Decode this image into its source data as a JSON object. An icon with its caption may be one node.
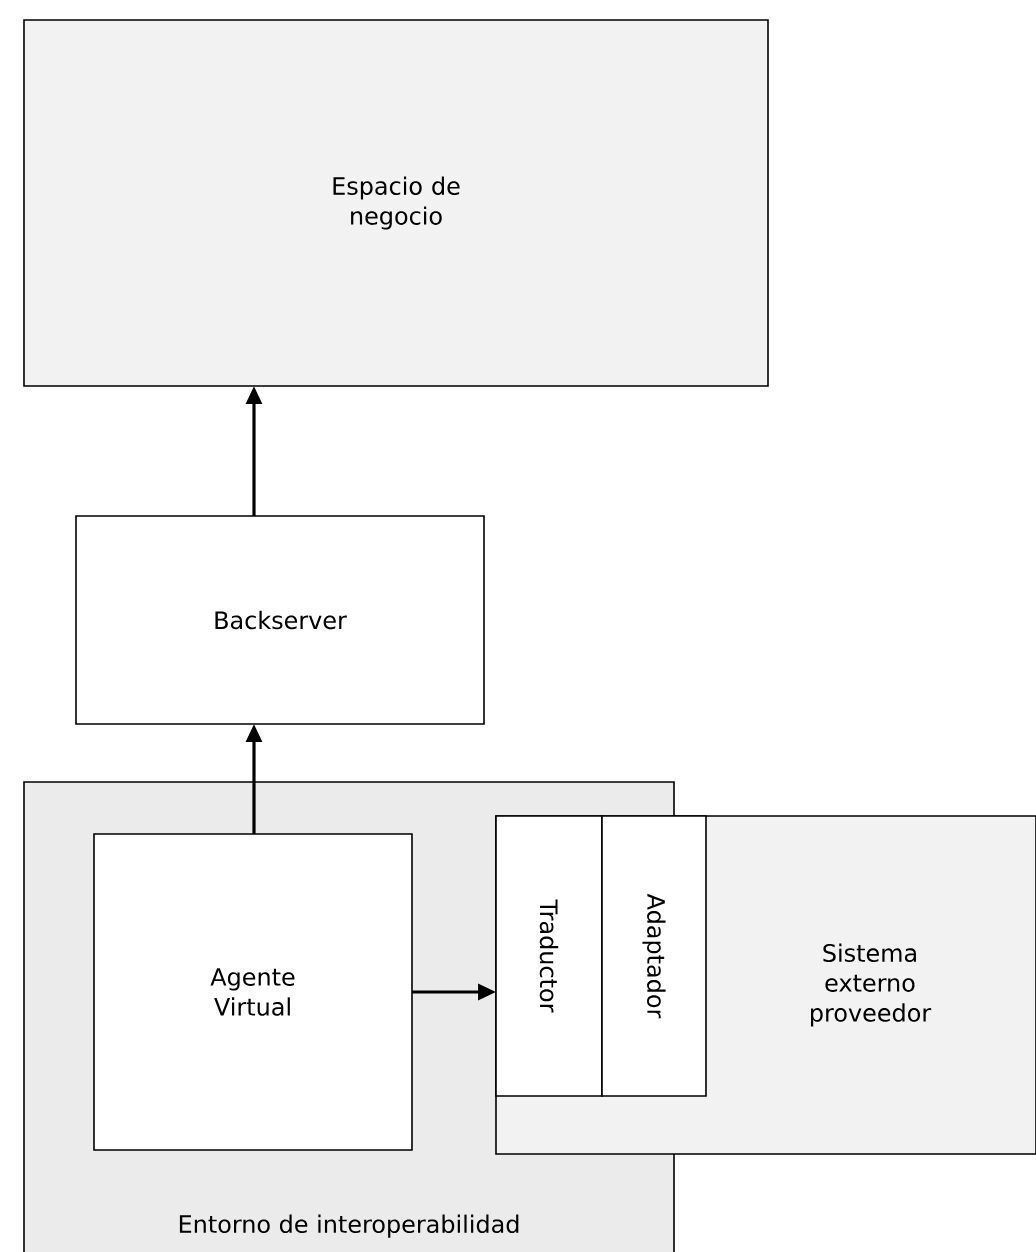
{
  "diagram": {
    "nodes": [
      {
        "text": [
          "Espacio de negocio"
        ]
      },
      {
        "text": [
          "Backserver"
        ]
      },
      {
        "text": [
          "Entorno de interoperabilidad"
        ]
      },
      {
        "text": [
          "Agente Virtual"
        ],
        "in": 2
      },
      {
        "text": [
          "Sistema externo proveedor"
        ]
      },
      {
        "text": [
          "Traductor"
        ]
      },
      {
        "text": [
          "Adaptador"
        ],
        "in": 4
      }
    ],
    "edges": [
      {
        "from": 1,
        "to": 0,
        "arrow": "to"
      },
      {
        "from": 3,
        "to": 1,
        "arrow": "to"
      },
      {
        "from": 3,
        "to": 5,
        "arrow": "to"
      }
    ]
  }
}
